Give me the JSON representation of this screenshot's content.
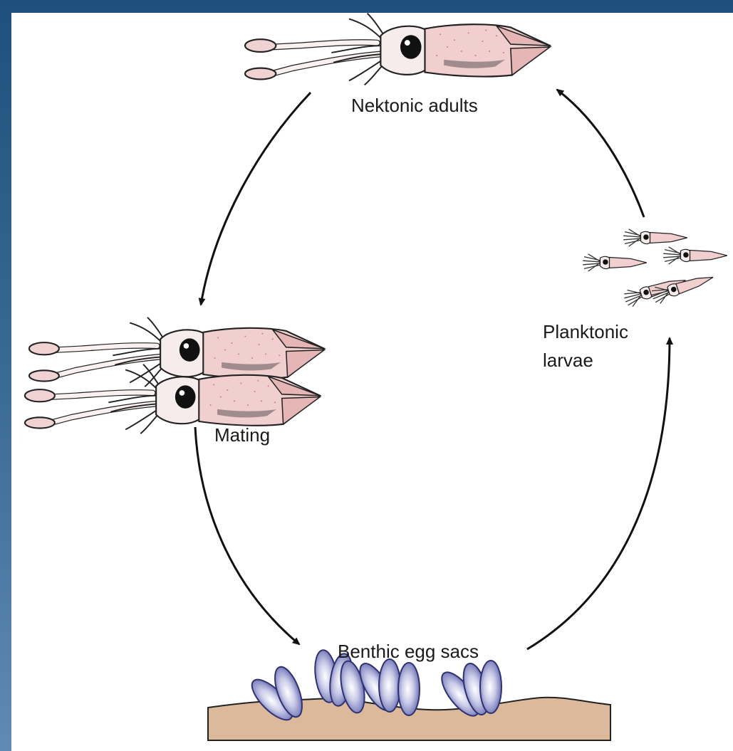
{
  "diagram": {
    "labels": {
      "nektonic_adults": "Nektonic adults",
      "mating": "Mating",
      "benthic_egg_sacs": "Benthic egg sacs",
      "planktonic_line1": "Planktonic",
      "planktonic_line2": "larvae"
    },
    "colors": {
      "frame_top": "#1f4f7c",
      "frame_bottom": "#5f8ab2",
      "squid_mantle": "#f1cfcf",
      "squid_mantle_shade": "#e6b6b6",
      "fin_stripe": "#a08c8c",
      "egg_sac": "#6b6fb4",
      "egg_highlight": "#ffffff",
      "seafloor": "#dcb99a",
      "arrow": "#111111"
    },
    "icons": [
      "squid-adult-icon",
      "squid-mating-pair-icon",
      "squid-larvae-icon",
      "egg-sac-icon",
      "seafloor-icon"
    ]
  }
}
